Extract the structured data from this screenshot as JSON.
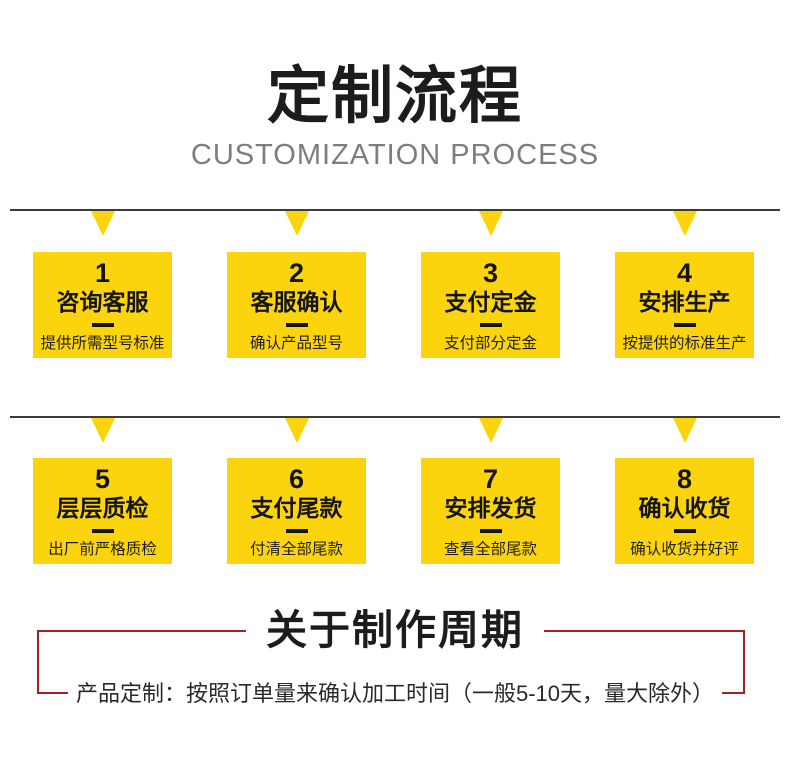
{
  "header": {
    "title": "定制流程",
    "subtitle": "CUSTOMIZATION PROCESS"
  },
  "steps": [
    {
      "number": "1",
      "title": "咨询客服",
      "desc": "提供所需型号标准"
    },
    {
      "number": "2",
      "title": "客服确认",
      "desc": "确认产品型号"
    },
    {
      "number": "3",
      "title": "支付定金",
      "desc": "支付部分定金"
    },
    {
      "number": "4",
      "title": "安排生产",
      "desc": "按提供的标准生产"
    },
    {
      "number": "5",
      "title": "层层质检",
      "desc": "出厂前严格质检"
    },
    {
      "number": "6",
      "title": "支付尾款",
      "desc": "付清全部尾款"
    },
    {
      "number": "7",
      "title": "安排发货",
      "desc": "查看全部尾款"
    },
    {
      "number": "8",
      "title": "确认收货",
      "desc": "确认收货并好评"
    }
  ],
  "production_period": {
    "title": "关于制作周期",
    "description": "产品定制：按照订单量来确认加工时间（一般5-10天，量大除外）"
  },
  "colors": {
    "accent_yellow": "#fbd40e",
    "accent_red": "#a51f24",
    "divider_dark": "#3b3b3b",
    "subtitle_gray": "#7d7d7d"
  }
}
